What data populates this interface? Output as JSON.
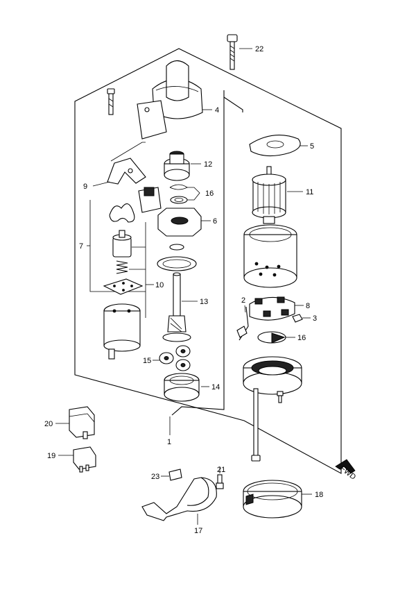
{
  "callouts": [
    {
      "id": "1",
      "label": "1"
    },
    {
      "id": "2",
      "label": "2"
    },
    {
      "id": "3",
      "label": "3"
    },
    {
      "id": "4",
      "label": "4"
    },
    {
      "id": "5",
      "label": "5"
    },
    {
      "id": "6",
      "label": "6"
    },
    {
      "id": "7",
      "label": "7"
    },
    {
      "id": "8",
      "label": "8"
    },
    {
      "id": "9",
      "label": "9"
    },
    {
      "id": "10",
      "label": "10"
    },
    {
      "id": "11",
      "label": "11"
    },
    {
      "id": "12",
      "label": "12"
    },
    {
      "id": "13",
      "label": "13"
    },
    {
      "id": "14",
      "label": "14"
    },
    {
      "id": "15",
      "label": "15"
    },
    {
      "id": "16a",
      "label": "16"
    },
    {
      "id": "16b",
      "label": "16"
    },
    {
      "id": "17",
      "label": "17"
    },
    {
      "id": "18",
      "label": "18"
    },
    {
      "id": "19",
      "label": "19"
    },
    {
      "id": "20",
      "label": "20"
    },
    {
      "id": "21",
      "label": "21"
    },
    {
      "id": "22",
      "label": "22"
    },
    {
      "id": "23",
      "label": "23"
    }
  ],
  "fwd_marker": "FWD"
}
